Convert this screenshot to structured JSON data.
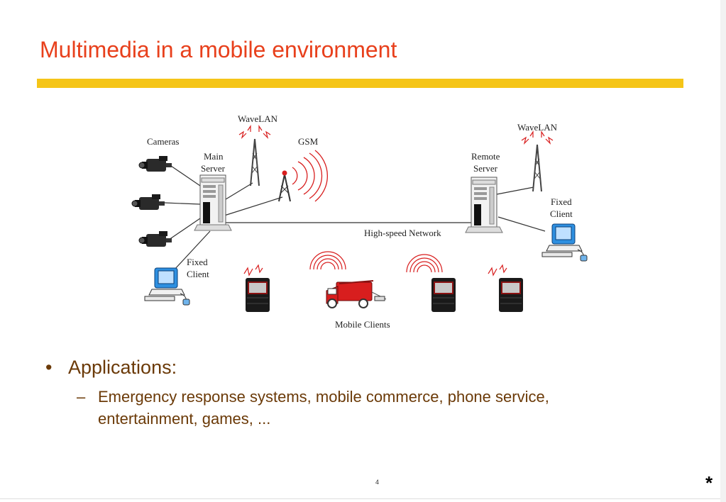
{
  "slide": {
    "title": "Multimedia in a mobile environment",
    "page_number": "4",
    "footer_mark": "*"
  },
  "diagram": {
    "labels": {
      "wavelan_left": "WaveLAN",
      "wavelan_right": "WaveLAN",
      "cameras": "Cameras",
      "gsm": "GSM",
      "main_server_line1": "Main",
      "main_server_line2": "Server",
      "remote_server_line1": "Remote",
      "remote_server_line2": "Server",
      "fixed_client_left_line1": "Fixed",
      "fixed_client_left_line2": "Client",
      "fixed_client_right_line1": "Fixed",
      "fixed_client_right_line2": "Client",
      "network": "High-speed Network",
      "mobile_clients": "Mobile Clients"
    },
    "icons": [
      "camera-icon",
      "server-icon",
      "antenna-icon",
      "gsm-tower-icon",
      "computer-icon",
      "mobile-device-icon",
      "fire-truck-icon"
    ]
  },
  "bullets": {
    "level1_marker": "•",
    "level1": "Applications:",
    "level2_marker": "–",
    "level2": "Emergency response systems, mobile commerce, phone service, entertainment, games, ..."
  },
  "colors": {
    "title": "#e8401c",
    "title_bar": "#f5c518",
    "body_text": "#6b3a08",
    "signal": "#d81e1e"
  }
}
